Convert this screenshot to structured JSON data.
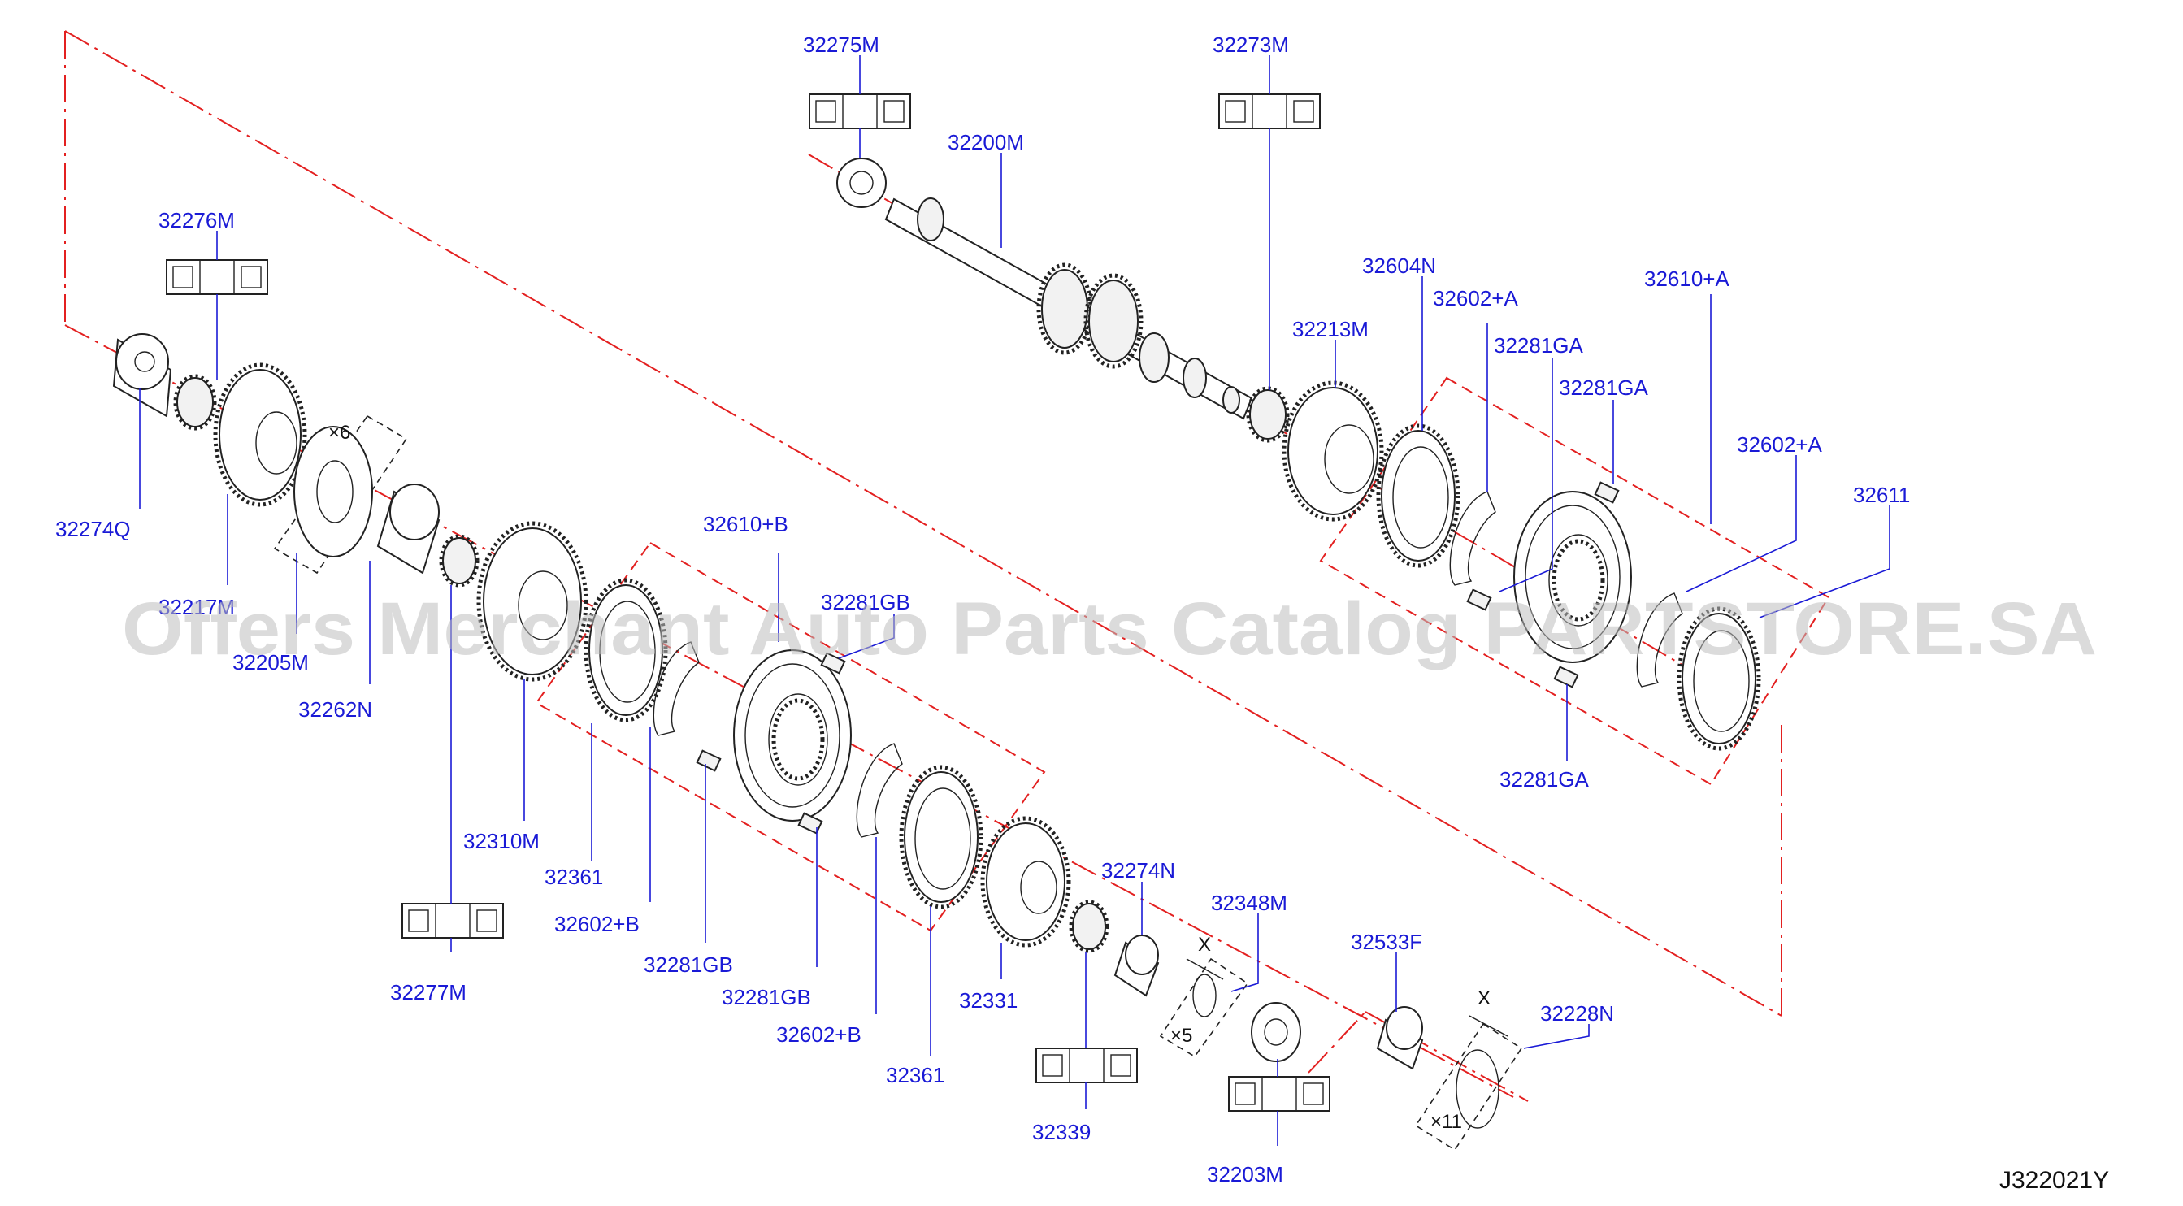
{
  "diagram": {
    "reference_code": "J322021Y",
    "watermark": "Offers Merchant Auto Parts Catalog PARTSTORE.SA",
    "labels": [
      {
        "id": "l-32275M",
        "text": "32275M"
      },
      {
        "id": "l-32200M",
        "text": "32200M"
      },
      {
        "id": "l-32273M",
        "text": "32273M"
      },
      {
        "id": "l-32276M",
        "text": "32276M"
      },
      {
        "id": "l-32604N",
        "text": "32604N"
      },
      {
        "id": "l-32602A-1",
        "text": "32602+A"
      },
      {
        "id": "l-32610A",
        "text": "32610+A"
      },
      {
        "id": "l-32213M",
        "text": "32213M"
      },
      {
        "id": "l-32281GA-1",
        "text": "32281GA"
      },
      {
        "id": "l-32281GA-2",
        "text": "32281GA"
      },
      {
        "id": "l-32602A-2",
        "text": "32602+A"
      },
      {
        "id": "l-32611",
        "text": "32611"
      },
      {
        "id": "l-32281GA-3",
        "text": "32281GA"
      },
      {
        "id": "l-32274Q",
        "text": "32274Q"
      },
      {
        "id": "l-32217M",
        "text": "32217M"
      },
      {
        "id": "l-32205M",
        "text": "32205M"
      },
      {
        "id": "l-32262N",
        "text": "32262N"
      },
      {
        "id": "l-32610B",
        "text": "32610+B"
      },
      {
        "id": "l-32281GB-1",
        "text": "32281GB"
      },
      {
        "id": "l-32310M",
        "text": "32310M"
      },
      {
        "id": "l-32361-1",
        "text": "32361"
      },
      {
        "id": "l-32602B-1",
        "text": "32602+B"
      },
      {
        "id": "l-32277M",
        "text": "32277M"
      },
      {
        "id": "l-32281GB-2",
        "text": "32281GB"
      },
      {
        "id": "l-32281GB-3",
        "text": "32281GB"
      },
      {
        "id": "l-32602B-2",
        "text": "32602+B"
      },
      {
        "id": "l-32361-2",
        "text": "32361"
      },
      {
        "id": "l-32331",
        "text": "32331"
      },
      {
        "id": "l-32274N",
        "text": "32274N"
      },
      {
        "id": "l-32348M",
        "text": "32348M"
      },
      {
        "id": "l-32533F",
        "text": "32533F"
      },
      {
        "id": "l-32228N",
        "text": "32228N"
      },
      {
        "id": "l-32339",
        "text": "32339"
      },
      {
        "id": "l-32203M",
        "text": "32203M"
      }
    ],
    "quantity_marks": [
      {
        "id": "q-x6",
        "text": "×6"
      },
      {
        "id": "q-x5",
        "text": "×5"
      },
      {
        "id": "q-x11",
        "text": "×11"
      }
    ],
    "dimension_marks": [
      {
        "id": "d-x1",
        "text": "X"
      },
      {
        "id": "d-x2",
        "text": "X"
      }
    ]
  }
}
